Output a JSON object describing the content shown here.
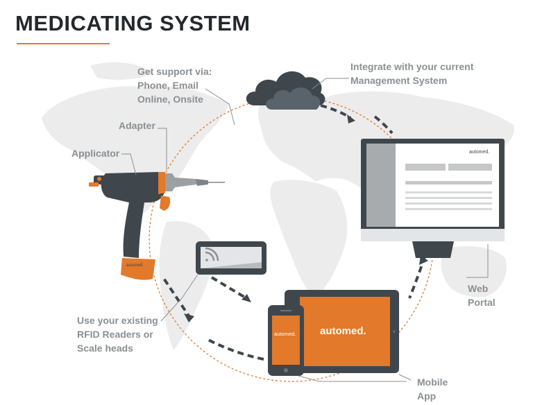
{
  "title": "MEDICATING SYSTEM",
  "labels": {
    "support": [
      "Get support via:",
      "Phone, Email",
      "Online, Onsite"
    ],
    "integrate": [
      "Integrate with your current",
      "Management System"
    ],
    "adapter": "Adapter",
    "applicator": "Applicator",
    "rfid": [
      "Use your existing",
      "RFID Readers or",
      "Scale heads"
    ],
    "web_portal": [
      "Web",
      "Portal"
    ],
    "mobile_app": [
      "Mobile",
      "App"
    ]
  },
  "brand": {
    "logo_text": "automed.",
    "device_logo_text": "automed"
  },
  "colors": {
    "accent": "#e3792a",
    "dark": "#3f474d",
    "map": "#ececec",
    "label": "#8a8f93"
  }
}
